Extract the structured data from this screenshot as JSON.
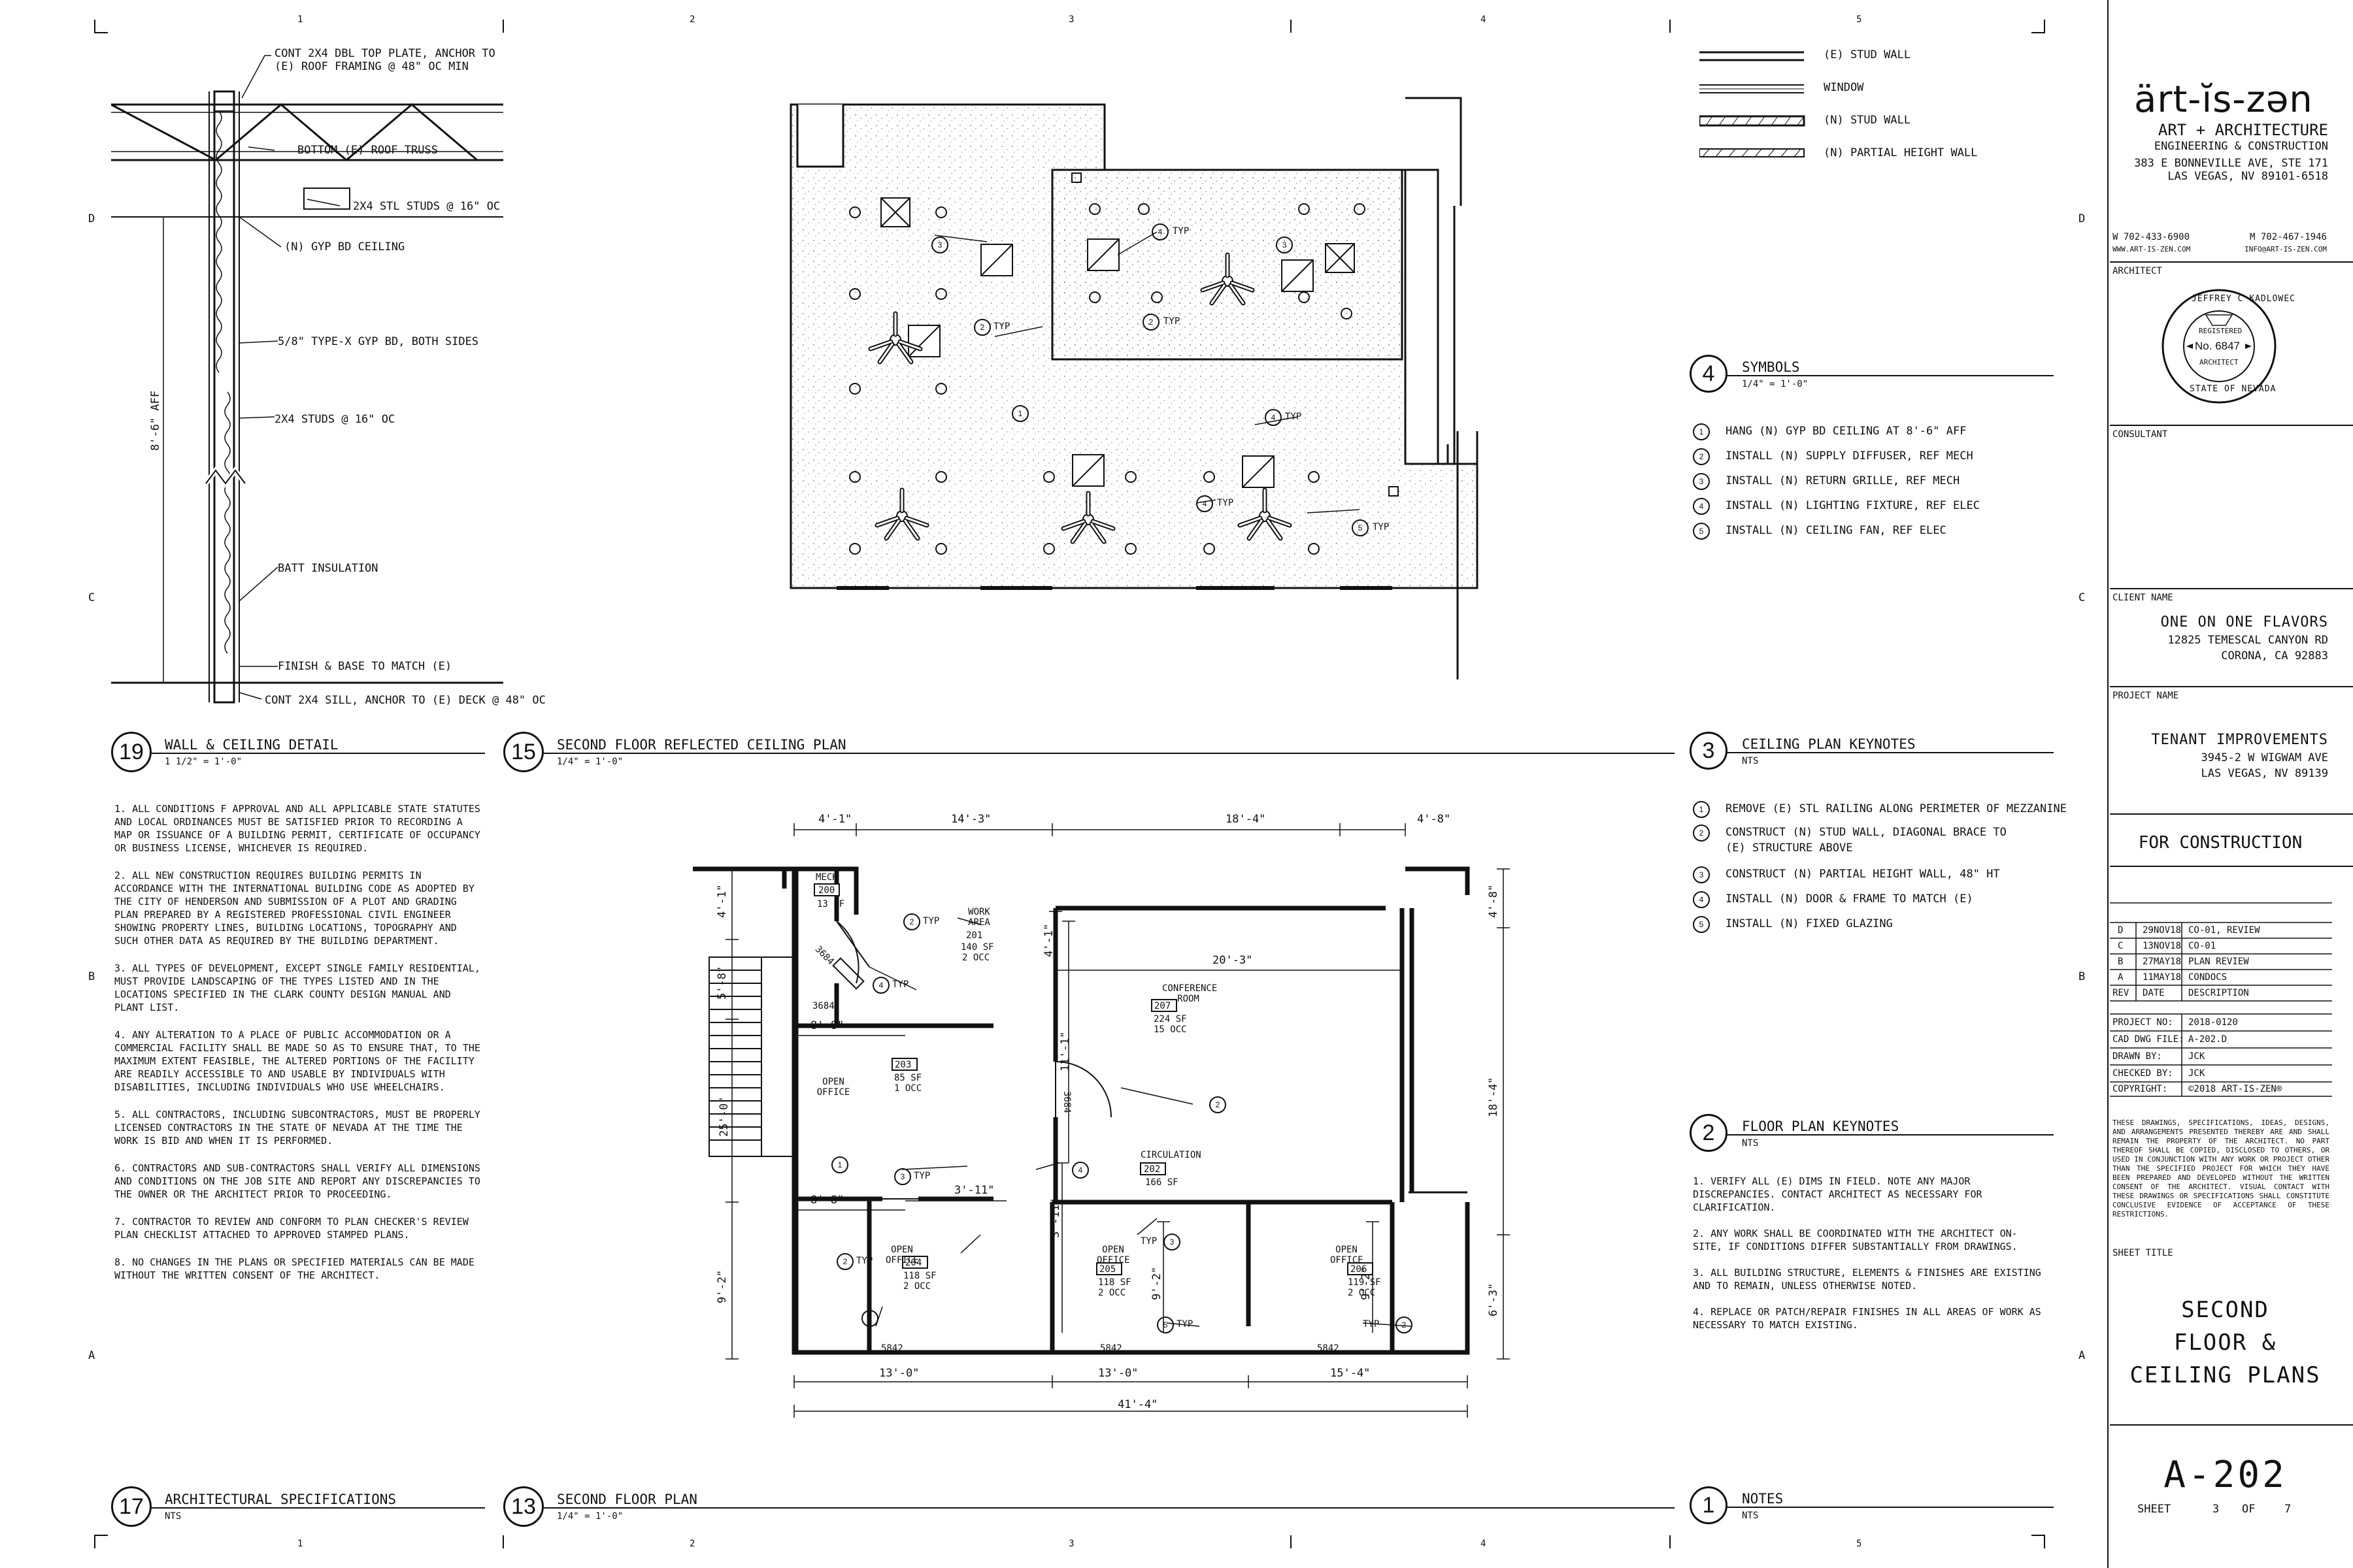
{
  "grid": {
    "top": [
      "1",
      "2",
      "3",
      "4",
      "5"
    ],
    "bottom": [
      "1",
      "2",
      "3",
      "4",
      "5"
    ],
    "left": [
      "D",
      "C",
      "B",
      "A"
    ],
    "right": [
      "D",
      "C",
      "B",
      "A"
    ]
  },
  "wall_detail": {
    "number": "19",
    "title": "WALL & CEILING DETAIL",
    "scale": "1 1/2\" = 1'-0\"",
    "callouts": [
      "CONT 2x4 DBL TOP PLATE, ANCHOR TO",
      "(E) ROOF FRAMING @ 48\" OC MIN",
      "BOTTOM (E) ROOF TRUSS",
      "2x4 STL STUDS @ 16\" OC",
      "(N) GYP BD CEILING",
      "5/8\" TYPE-X GYP BD, BOTH SIDES",
      "2x4 STUDS @ 16\" OC",
      "BATT INSULATION",
      "FINISH & BASE TO MATCH (E)",
      "CONT 2x4 SILL, ANCHOR TO (E) DECK @ 48\" OC"
    ],
    "height_dim": "8'-6\" AFF"
  },
  "rcp": {
    "number": "15",
    "title": "SECOND FLOOR REFLECTED CEILING PLAN",
    "scale": "1/4\" = 1'-0\"",
    "tags": [
      {
        "n": "3",
        "txt": ""
      },
      {
        "n": "2",
        "txt": "TYP"
      },
      {
        "n": "4",
        "txt": "TYP"
      },
      {
        "n": "2",
        "txt": "TYP"
      },
      {
        "n": "3",
        "txt": ""
      },
      {
        "n": "1",
        "txt": ""
      },
      {
        "n": "4",
        "txt": "TYP"
      },
      {
        "n": "4",
        "txt": "TYP"
      },
      {
        "n": "5",
        "txt": "TYP"
      }
    ]
  },
  "legend": {
    "items": [
      "(E) STUD WALL",
      "WINDOW",
      "(N) STUD WALL",
      "(N) PARTIAL HEIGHT WALL"
    ]
  },
  "symbols": {
    "number": "4",
    "title": "SYMBOLS",
    "scale": "1/4\" = 1'-0\"",
    "items": [
      {
        "n": "1",
        "txt": "HANG (N) GYP BD CEILING AT 8'-6\" AFF"
      },
      {
        "n": "2",
        "txt": "INSTALL (N) SUPPLY DIFFUSER, REF MECH"
      },
      {
        "n": "3",
        "txt": "INSTALL (N) RETURN GRILLE, REF MECH"
      },
      {
        "n": "4",
        "txt": "INSTALL (N) LIGHTING FIXTURE, REF ELEC"
      },
      {
        "n": "5",
        "txt": "INSTALL (N) CEILING FAN, REF ELEC"
      }
    ]
  },
  "ceiling_keynotes": {
    "number": "3",
    "title": "CEILING PLAN KEYNOTES",
    "scale": "NTS",
    "items": [
      {
        "n": "1",
        "txt": "REMOVE (E) STL RAILING ALONG PERIMETER OF MEZZANINE"
      },
      {
        "n": "2",
        "txt": "CONSTRUCT (N) STUD WALL, DIAGONAL BRACE TO"
      },
      {
        "n": "",
        "txt": "(E) STRUCTURE ABOVE"
      },
      {
        "n": "3",
        "txt": "CONSTRUCT (N) PARTIAL HEIGHT WALL, 48\" HT"
      },
      {
        "n": "4",
        "txt": "INSTALL (N) DOOR & FRAME TO MATCH (E)"
      },
      {
        "n": "5",
        "txt": "INSTALL (N) FIXED GLAZING"
      }
    ]
  },
  "floor_keynotes": {
    "number": "2",
    "title": "FLOOR PLAN KEYNOTES",
    "scale": "NTS",
    "items": [
      "1.    VERIFY ALL (E) DIMS IN FIELD.  NOTE ANY MAJOR DISCREPANCIES. CONTACT ARCHITECT AS NECESSARY FOR CLARIFICATION.",
      "2.    ANY WORK SHALL BE COORDINATED WITH THE ARCHITECT ON-SITE, IF CONDITIONS DIFFER SUBSTANTIALLY FROM DRAWINGS.",
      "3.    ALL BUILDING STRUCTURE, ELEMENTS & FINISHES ARE EXISTING AND TO REMAIN, UNLESS OTHERWISE NOTED.",
      "4.    REPLACE OR PATCH/REPAIR FINISHES IN ALL AREAS OF WORK AS NECESSARY TO MATCH EXISTING."
    ]
  },
  "notes": {
    "number": "1",
    "title": "NOTES",
    "scale": "NTS"
  },
  "specs": {
    "number": "17",
    "title": "ARCHITECTURAL SPECIFICATIONS",
    "scale": "NTS",
    "items": [
      "1.     ALL CONDITIONS F APPROVAL AND ALL APPLICABLE STATE STATUTES AND LOCAL ORDINANCES MUST BE SATISFIED PRIOR TO RECORDING A MAP OR ISSUANCE OF A BUILDING PERMIT, CERTIFICATE OF OCCUPANCY OR BUSINESS LICENSE, WHICHEVER IS REQUIRED.",
      "2.     ALL NEW CONSTRUCTION REQUIRES BUILDING PERMITS IN ACCORDANCE WITH THE INTERNATIONAL BUILDING CODE AS ADOPTED BY THE CITY OF HENDERSON AND SUBMISSION OF A PLOT AND GRADING PLAN PREPARED BY A REGISTERED PROFESSIONAL CIVIL ENGINEER SHOWING PROPERTY LINES, BUILDING LOCATIONS, TOPOGRAPHY AND SUCH OTHER DATA AS REQUIRED BY THE BUILDING DEPARTMENT.",
      "3.     ALL TYPES OF DEVELOPMENT, EXCEPT SINGLE FAMILY RESIDENTIAL, MUST PROVIDE LANDSCAPING OF THE TYPES LISTED AND IN THE LOCATIONS SPECIFIED IN THE CLARK COUNTY DESIGN MANUAL AND PLANT LIST.",
      "4.     ANY ALTERATION TO A PLACE OF PUBLIC ACCOMMODATION OR A COMMERCIAL FACILITY SHALL BE MADE SO AS TO ENSURE THAT, TO THE MAXIMUM EXTENT FEASIBLE, THE ALTERED PORTIONS OF THE FACILITY ARE READILY ACCESSIBLE TO AND USABLE BY INDIVIDUALS WITH DISABILITIES, INCLUDING INDIVIDUALS WHO USE WHEELCHAIRS.",
      "5.     ALL CONTRACTORS, INCLUDING SUBCONTRACTORS, MUST BE PROPERLY LICENSED CONTRACTORS IN THE STATE OF NEVADA AT THE TIME THE WORK IS BID AND WHEN IT IS PERFORMED.",
      "6.     CONTRACTORS AND SUB-CONTRACTORS SHALL VERIFY ALL DIMENSIONS AND CONDITIONS ON THE JOB SITE AND REPORT ANY DISCREPANCIES TO THE OWNER OR THE ARCHITECT PRIOR TO PROCEEDING.",
      "7.     CONTRACTOR TO REVIEW AND CONFORM TO PLAN CHECKER'S REVIEW PLAN CHECKLIST ATTACHED TO APPROVED STAMPED PLANS.",
      "8.     NO CHANGES IN THE PLANS OR SPECIFIED MATERIALS CAN BE MADE WITHOUT THE WRITTEN CONSENT OF THE ARCHITECT."
    ]
  },
  "floor_plan": {
    "number": "13",
    "title": "SECOND FLOOR PLAN",
    "scale": "1/4\" = 1'-0\"",
    "dims_top": [
      "4'-1\"",
      "14'-3\"",
      "18'-4\"",
      "4'-8\""
    ],
    "dims_bottom": [
      "13'-0\"",
      "13'-0\"",
      "15'-4\""
    ],
    "dim_total": "41'-4\"",
    "dims_left": [
      "4'-1\"",
      "5'-8\"",
      "9'-2\""
    ],
    "dim_stair": "25'-0\"",
    "dims_right": [
      "4'-8\"",
      "18'-4\"",
      "6'-3\""
    ],
    "dims_inner": [
      "8'-8\"",
      "8'-8\"",
      "3'-11\"",
      "20'-3\"",
      "11'-1\"",
      "3'-11\"",
      "4'-1\"",
      "9'-2\"",
      "9'-2\""
    ],
    "rooms": [
      {
        "name": "MECH",
        "num": "200",
        "area": "13 SF",
        "occ": ""
      },
      {
        "name": "WORK AREA",
        "num": "201",
        "area": "140 SF",
        "occ": "2 OCC"
      },
      {
        "name": "CONFERENCE ROOM",
        "num": "207",
        "area": "224 SF",
        "occ": "15 OCC"
      },
      {
        "name": "OPEN OFFICE",
        "num": "203",
        "area": "85 SF",
        "occ": "1 OCC"
      },
      {
        "name": "CIRCULATION",
        "num": "202",
        "area": "166 SF",
        "occ": ""
      },
      {
        "name": "OPEN OFFICE",
        "num": "204",
        "area": "118 SF",
        "occ": "2 OCC"
      },
      {
        "name": "OPEN OFFICE",
        "num": "205",
        "area": "118 SF",
        "occ": "2 OCC"
      },
      {
        "name": "OPEN OFFICE",
        "num": "206",
        "area": "119 SF",
        "occ": "2 OCC"
      }
    ],
    "doors": [
      "3684",
      "3684",
      "3684",
      "3684",
      "5842",
      "5842",
      "5842",
      "5842"
    ],
    "tags": [
      {
        "n": "2",
        "txt": "TYP"
      },
      {
        "n": "4",
        "txt": "TYP"
      },
      {
        "n": "2",
        "txt": ""
      },
      {
        "n": "1",
        "txt": ""
      },
      {
        "n": "3",
        "txt": "TYP"
      },
      {
        "n": "4",
        "txt": ""
      },
      {
        "n": "2",
        "txt": "TYP"
      },
      {
        "n": "3",
        "txt": "TYP"
      },
      {
        "n": "1",
        "txt": ""
      },
      {
        "n": "5",
        "txt": "TYP"
      },
      {
        "n": "2",
        "txt": "TYP"
      }
    ]
  },
  "title_block": {
    "logo": "ärt-ĭs-zən",
    "firm_line1": "ART + ARCHITECTURE",
    "firm_line2": "ENGINEERING & CONSTRUCTION",
    "address1": "383 E BONNEVILLE AVE, STE 171",
    "address2": "LAS VEGAS, NV 89101-6518",
    "phone_w": "W 702-433-6900",
    "phone_m": "M 702-467-1946",
    "web": "WWW.ART-IS-ZEN.COM",
    "email": "INFO@ART-IS-ZEN.COM",
    "architect_label": "ARCHITECT",
    "seal_name": "JEFFREY C KADLOWEC",
    "seal_registered": "REGISTERED",
    "seal_no": "No. 6847",
    "seal_arch": "ARCHITECT",
    "seal_state": "STATE OF NEVADA",
    "consultant_label": "CONSULTANT",
    "client_label": "CLIENT NAME",
    "client1": "ONE ON ONE FLAVORS",
    "client2": "12825 TEMESCAL CANYON RD",
    "client3": "CORONA, CA 92883",
    "project_label": "PROJECT NAME",
    "project1": "TENANT IMPROVEMENTS",
    "project2": "3945-2 W WIGWAM AVE",
    "project3": "LAS VEGAS, NV 89139",
    "status": "FOR CONSTRUCTION",
    "revisions": [
      {
        "rev": "D",
        "date": "29NOV18",
        "desc": "CO-01, REVIEW"
      },
      {
        "rev": "C",
        "date": "13NOV18",
        "desc": "CO-01"
      },
      {
        "rev": "B",
        "date": "27MAY18",
        "desc": "PLAN REVIEW"
      },
      {
        "rev": "A",
        "date": "11MAY18",
        "desc": "CONDOCS"
      },
      {
        "rev": "REV",
        "date": "DATE",
        "desc": "DESCRIPTION"
      }
    ],
    "info": [
      {
        "k": "PROJECT NO:",
        "v": "2018-0120"
      },
      {
        "k": "CAD DWG FILE:",
        "v": "A-202.D"
      },
      {
        "k": "DRAWN BY:",
        "v": "JCK"
      },
      {
        "k": "CHECKED BY:",
        "v": "JCK"
      },
      {
        "k": "COPYRIGHT:",
        "v": "©2018 ART-IS-ZEN®"
      }
    ],
    "disclaimer": "THESE DRAWINGS, SPECIFICATIONS, IDEAS, DESIGNS, AND ARRANGEMENTS PRESENTED THEREBY ARE AND SHALL REMAIN THE PROPERTY OF THE ARCHITECT. NO PART THEREOF SHALL BE COPIED, DISCLOSED TO OTHERS, OR USED IN CONJUNCTION WITH ANY WORK OR PROJECT OTHER THAN THE SPECIFIED PROJECT FOR WHICH THEY HAVE BEEN PREPARED AND DEVELOPED WITHOUT THE WRITTEN CONSENT OF THE ARCHITECT.  VISUAL CONTACT WITH THESE DRAWINGS OR SPECIFICATIONS SHALL CONSTITUTE CONCLUSIVE EVIDENCE OF ACCEPTANCE OF THESE RESTRICTIONS.",
    "sheet_title_label": "SHEET TITLE",
    "sheet_title1": "SECOND",
    "sheet_title2": "FLOOR &",
    "sheet_title3": "CEILING PLANS",
    "sheet_number": "A-202",
    "sheet_label": "SHEET",
    "sheet_of": "OF",
    "sheet_num": "3",
    "sheet_total": "7"
  }
}
